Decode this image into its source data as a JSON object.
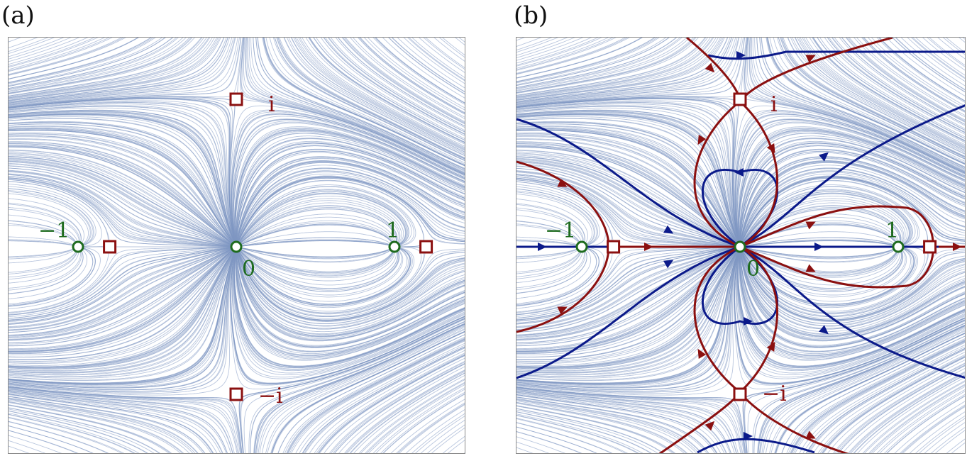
{
  "panels": [
    {
      "label": "(a)",
      "zeros": [
        {
          "z": [
            -1,
            0
          ],
          "label": "−1"
        },
        {
          "z": [
            0,
            0
          ],
          "label": "0"
        },
        {
          "z": [
            1,
            0
          ],
          "label": "1"
        }
      ],
      "poles": [
        {
          "z": [
            0,
            1
          ],
          "label": "i"
        },
        {
          "z": [
            0,
            -1
          ],
          "label": "−i"
        },
        {
          "z": [
            -0.8,
            0
          ],
          "label": ""
        },
        {
          "z": [
            1.2,
            0
          ],
          "label": ""
        }
      ]
    },
    {
      "label": "(b)",
      "zeros": [
        {
          "z": [
            -1,
            0
          ],
          "label": "−1"
        },
        {
          "z": [
            0,
            0
          ],
          "label": "0"
        },
        {
          "z": [
            1,
            0
          ],
          "label": "1"
        }
      ],
      "poles": [
        {
          "z": [
            0,
            1
          ],
          "label": "i"
        },
        {
          "z": [
            0,
            -1
          ],
          "label": "−i"
        },
        {
          "z": [
            -0.8,
            0
          ],
          "label": ""
        },
        {
          "z": [
            1.2,
            0
          ],
          "label": ""
        }
      ]
    }
  ],
  "colors": {
    "field": "#7f98c2",
    "zero": "#1e6b1e",
    "pole": "#8b1010",
    "trajectory_blue": "#0b1a8a",
    "trajectory_red": "#8b1010"
  }
}
